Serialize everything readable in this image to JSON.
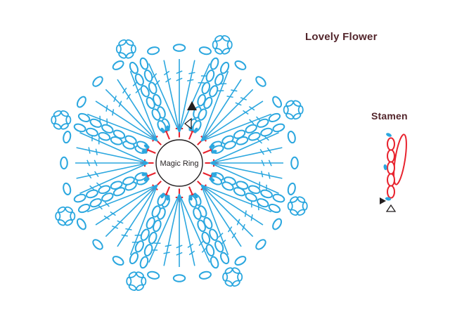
{
  "title": "Lovely Flower",
  "labels": {
    "magic_ring": "Magic Ring",
    "stamen": "Stamen"
  },
  "colors": {
    "blue": "#2BA7DF",
    "red": "#E8232E",
    "dark": "#231F20",
    "heading": "#53262C",
    "background": "#FFFFFF"
  },
  "flower": {
    "petal_count": 8,
    "trebles_per_petal": 5,
    "single_crochets_in_ring": 16,
    "chains_per_petal_side": 6,
    "arc_chains_per_petal": 3,
    "picot_chains": 6
  },
  "stamen": {
    "chain_count": 5
  }
}
